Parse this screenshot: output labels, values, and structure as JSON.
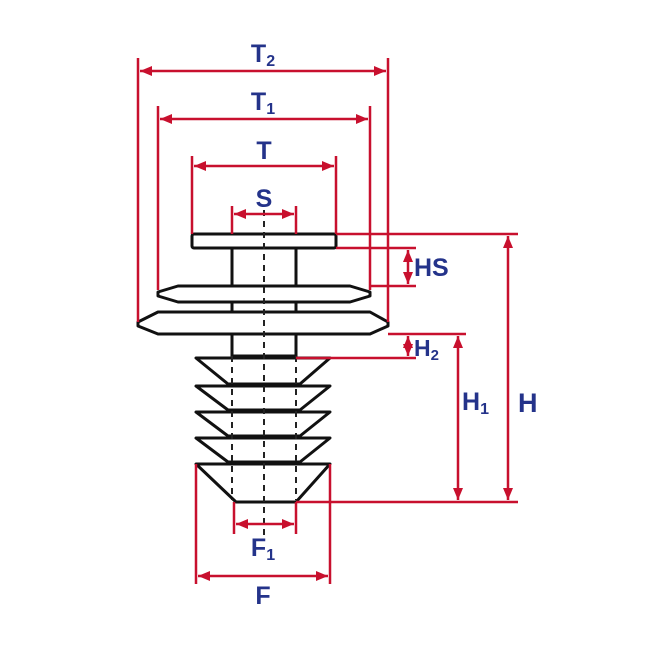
{
  "colors": {
    "outline": "#111111",
    "fill": "#ffffff",
    "dimension": "#c8102e",
    "label": "#24338a",
    "centerline": "#222222"
  },
  "labels": {
    "t2": {
      "main": "T",
      "sub": "2"
    },
    "t1": {
      "main": "T",
      "sub": "1"
    },
    "t": {
      "main": "T",
      "sub": ""
    },
    "s": {
      "main": "S",
      "sub": ""
    },
    "hs": {
      "main": "HS",
      "sub": ""
    },
    "h2": {
      "main": "H",
      "sub": "2"
    },
    "h1": {
      "main": "H",
      "sub": "1"
    },
    "h": {
      "main": "H",
      "sub": ""
    },
    "f1": {
      "main": "F",
      "sub": "1"
    },
    "f": {
      "main": "F",
      "sub": ""
    }
  }
}
